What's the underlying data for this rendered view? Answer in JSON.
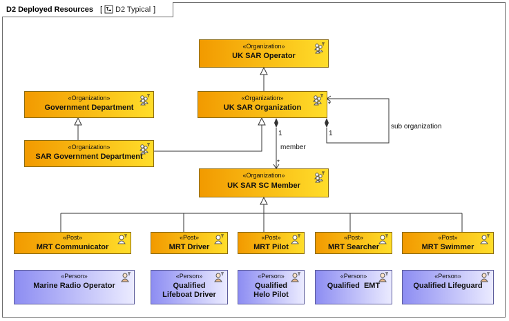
{
  "header": {
    "title": "D2 Deployed Resources",
    "context_open": "[",
    "context_label": "D2 Typical",
    "context_close": "]"
  },
  "colors": {
    "org_start": "#f29a00",
    "org_end": "#ffdd2a",
    "person_start": "#8d8df2",
    "person_end": "#ebebff"
  },
  "nodes": {
    "uk_sar_operator": {
      "stereotype": "«Organization»",
      "name": "UK SAR Operator",
      "icon": "organization-icon"
    },
    "government_department": {
      "stereotype": "«Organization»",
      "name": "Government Department",
      "icon": "organization-icon"
    },
    "uk_sar_organization": {
      "stereotype": "«Organization»",
      "name": "UK SAR Organization",
      "icon": "organization-icon"
    },
    "sar_government_department": {
      "stereotype": "«Organization»",
      "name": "SAR Government Department",
      "icon": "organization-icon"
    },
    "uk_sar_sc_member": {
      "stereotype": "«Organization»",
      "name": "UK SAR SC Member",
      "icon": "organization-icon"
    },
    "mrt_communicator": {
      "stereotype": "«Post»",
      "name": "MRT Communicator",
      "icon": "post-icon"
    },
    "mrt_driver": {
      "stereotype": "«Post»",
      "name": "MRT Driver",
      "icon": "post-icon"
    },
    "mrt_pilot": {
      "stereotype": "«Post»",
      "name": "MRT Pilot",
      "icon": "post-icon"
    },
    "mrt_searcher": {
      "stereotype": "«Post»",
      "name": "MRT Searcher",
      "icon": "post-icon"
    },
    "mrt_swimmer": {
      "stereotype": "«Post»",
      "name": "MRT Swimmer",
      "icon": "post-icon"
    },
    "marine_radio_operator": {
      "stereotype": "«Person»",
      "name": "Marine Radio Operator",
      "icon": "person-icon"
    },
    "qualified_lifeboat_driver": {
      "stereotype": "«Person»",
      "name_line1": "Qualified",
      "name_line2": "Lifeboat Driver",
      "icon": "person-icon"
    },
    "qualified_helo_pilot": {
      "stereotype": "«Person»",
      "name_line1": "Qualified",
      "name_line2": "Helo Pilot",
      "icon": "person-icon"
    },
    "qualified_emt": {
      "stereotype": "«Person»",
      "name": "Qualified  EMT",
      "icon": "person-icon"
    },
    "qualified_lifeguard": {
      "stereotype": "«Person»",
      "name": "Qualified Lifeguard",
      "icon": "person-icon"
    }
  },
  "edge_labels": {
    "member_source_mult": "1",
    "member_role": "member",
    "member_target_mult": "*",
    "sub_source_mult": "1",
    "sub_target_mult": "*",
    "sub_role": "sub organization"
  }
}
